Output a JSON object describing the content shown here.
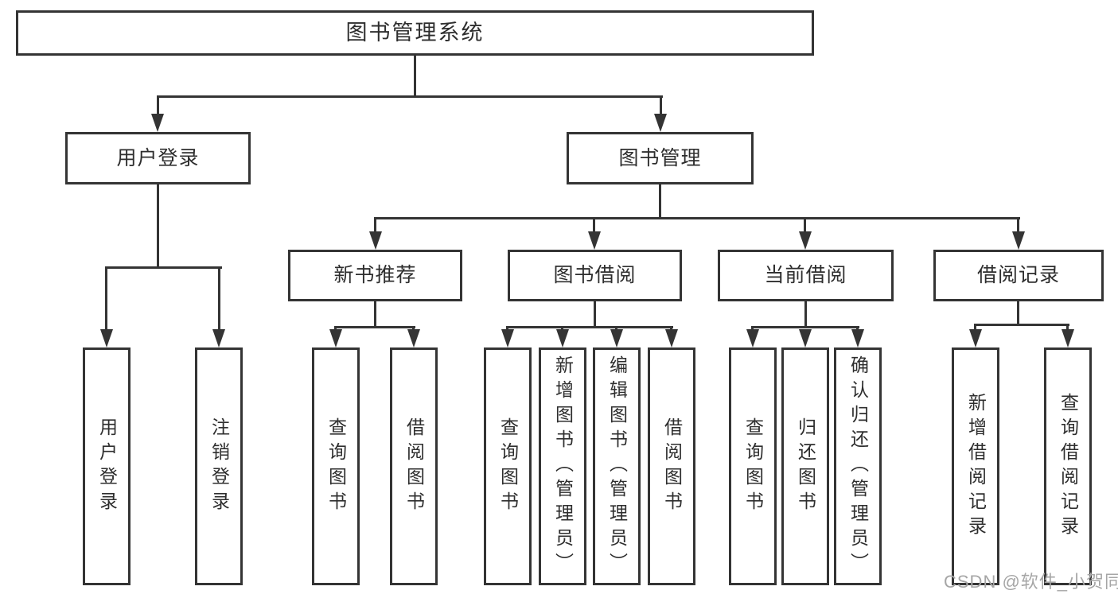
{
  "diagram": {
    "root": {
      "label": "图书管理系统"
    },
    "level2": [
      {
        "label": "用户登录"
      },
      {
        "label": "图书管理"
      }
    ],
    "level3": [
      {
        "label": "新书推荐"
      },
      {
        "label": "图书借阅"
      },
      {
        "label": "当前借阅"
      },
      {
        "label": "借阅记录"
      }
    ],
    "leaves": {
      "user_login": [
        "用户登录",
        "注销登录"
      ],
      "new_book": [
        "查询图书",
        "借阅图书"
      ],
      "book_borrow": [
        "查询图书",
        "新增图书（管理员）",
        "编辑图书（管理员）",
        "借阅图书"
      ],
      "current_borrow": [
        "查询图书",
        "归还图书",
        "确认归还（管理员）"
      ],
      "borrow_records": [
        "新增借阅记录",
        "查询借阅记录"
      ]
    },
    "watermark": "CSDN @软件_小贺同学",
    "colors": {
      "line": "#343434",
      "text": "#2e2e2e",
      "watermark": "#a6a6a6",
      "background": "#ffffff"
    }
  }
}
